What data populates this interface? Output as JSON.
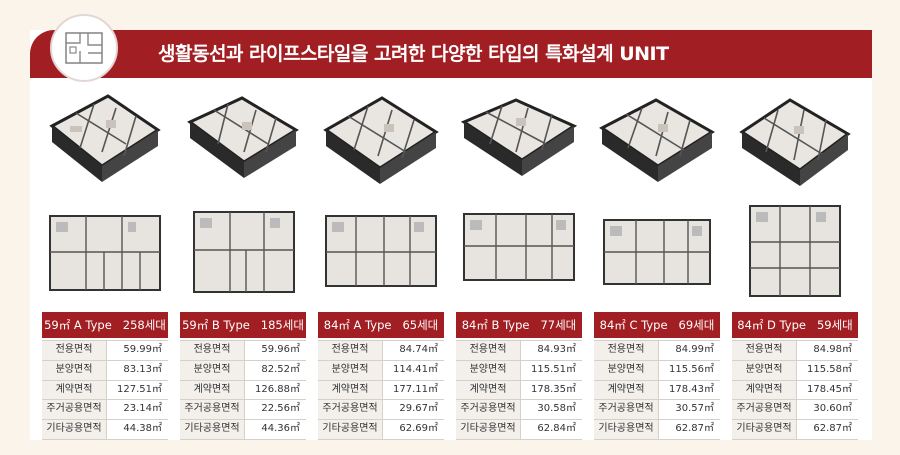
{
  "banner": {
    "title": "생활동선과 라이프스타일을 고려한 다양한 타입의 특화설계 UNIT",
    "icon": "floorplan-icon"
  },
  "colors": {
    "accent": "#a11e22",
    "bg": "#fbf4ea"
  },
  "units": [
    {
      "name": "59㎡ A Type",
      "households": "258세대",
      "rows": [
        {
          "k": "전용면적",
          "v": "59.99㎡"
        },
        {
          "k": "분양면적",
          "v": "83.13㎡"
        },
        {
          "k": "계약면적",
          "v": "127.51㎡"
        },
        {
          "k": "주거공용면적",
          "v": "23.14㎡"
        },
        {
          "k": "기타공용면적",
          "v": "44.38㎡"
        }
      ]
    },
    {
      "name": "59㎡ B Type",
      "households": "185세대",
      "rows": [
        {
          "k": "전용면적",
          "v": "59.96㎡"
        },
        {
          "k": "분양면적",
          "v": "82.52㎡"
        },
        {
          "k": "계약면적",
          "v": "126.88㎡"
        },
        {
          "k": "주거공용면적",
          "v": "22.56㎡"
        },
        {
          "k": "기타공용면적",
          "v": "44.36㎡"
        }
      ]
    },
    {
      "name": "84㎡ A Type",
      "households": "65세대",
      "rows": [
        {
          "k": "전용면적",
          "v": "84.74㎡"
        },
        {
          "k": "분양면적",
          "v": "114.41㎡"
        },
        {
          "k": "계약면적",
          "v": "177.11㎡"
        },
        {
          "k": "주거공용면적",
          "v": "29.67㎡"
        },
        {
          "k": "기타공용면적",
          "v": "62.69㎡"
        }
      ]
    },
    {
      "name": "84㎡ B Type",
      "households": "77세대",
      "rows": [
        {
          "k": "전용면적",
          "v": "84.93㎡"
        },
        {
          "k": "분양면적",
          "v": "115.51㎡"
        },
        {
          "k": "계약면적",
          "v": "178.35㎡"
        },
        {
          "k": "주거공용면적",
          "v": "30.58㎡"
        },
        {
          "k": "기타공용면적",
          "v": "62.84㎡"
        }
      ]
    },
    {
      "name": "84㎡ C Type",
      "households": "69세대",
      "rows": [
        {
          "k": "전용면적",
          "v": "84.99㎡"
        },
        {
          "k": "분양면적",
          "v": "115.56㎡"
        },
        {
          "k": "계약면적",
          "v": "178.43㎡"
        },
        {
          "k": "주거공용면적",
          "v": "30.57㎡"
        },
        {
          "k": "기타공용면적",
          "v": "62.87㎡"
        }
      ]
    },
    {
      "name": "84㎡ D Type",
      "households": "59세대",
      "rows": [
        {
          "k": "전용면적",
          "v": "84.98㎡"
        },
        {
          "k": "분양면적",
          "v": "115.58㎡"
        },
        {
          "k": "계약면적",
          "v": "178.45㎡"
        },
        {
          "k": "주거공용면적",
          "v": "30.60㎡"
        },
        {
          "k": "기타공용면적",
          "v": "62.87㎡"
        }
      ]
    }
  ]
}
